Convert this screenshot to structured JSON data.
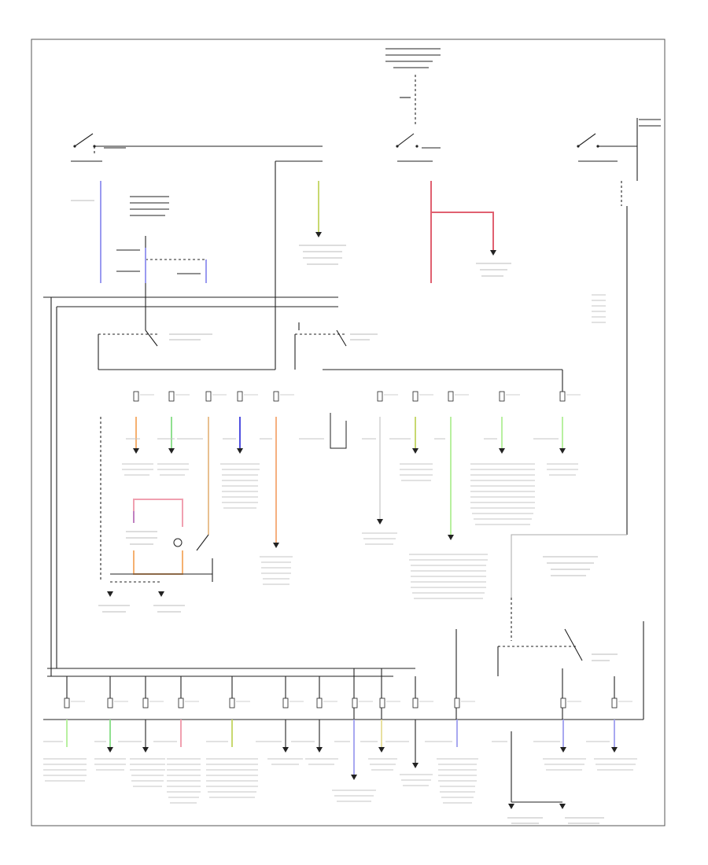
{
  "diagram": {
    "watermark": "",
    "colors": {
      "blue": "#9a9af0",
      "yellow_green": "#c8d870",
      "red": "#e06070",
      "orange": "#f5b070",
      "green": "#90e090",
      "pink": "#f0a0b0",
      "violet": "#c080c0",
      "light_green": "#b8f0a0",
      "tan": "#e8c090",
      "dark_blue": "#5050e0",
      "salmon": "#f0a080",
      "lavender": "#a8a8f0",
      "line": "#222222"
    },
    "components": [
      {
        "id": "top-power-source",
        "icon": "power-source-icon"
      },
      {
        "id": "switch-left",
        "icon": "switch-icon"
      },
      {
        "id": "switch-center",
        "icon": "switch-icon"
      },
      {
        "id": "switch-right",
        "icon": "switch-icon"
      },
      {
        "id": "relay-upper-left",
        "icon": "relay-icon"
      },
      {
        "id": "relay-upper-center",
        "icon": "relay-icon"
      },
      {
        "id": "relay-lower-right",
        "icon": "relay-icon"
      },
      {
        "id": "lower-right-power-source",
        "icon": "power-source-icon"
      },
      {
        "id": "left-ground-1",
        "icon": "ground-icon"
      },
      {
        "id": "left-ground-2",
        "icon": "ground-icon"
      },
      {
        "id": "right-ground-1",
        "icon": "ground-icon"
      },
      {
        "id": "right-ground-2",
        "icon": "ground-icon"
      }
    ]
  }
}
